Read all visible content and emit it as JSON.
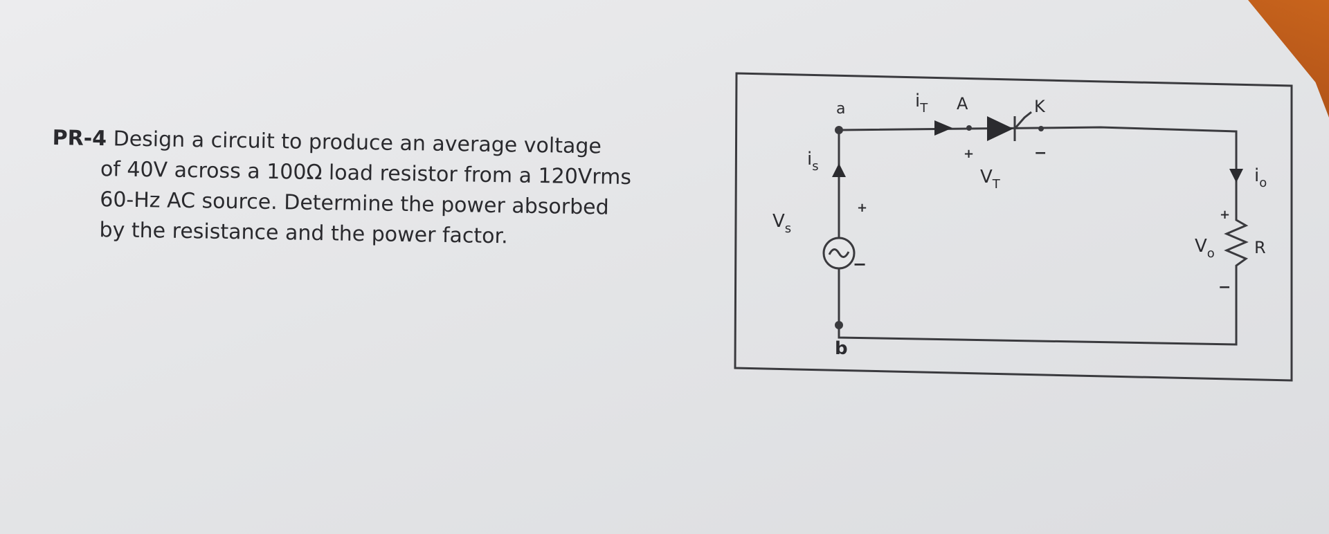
{
  "problem": {
    "label": "PR-4",
    "lines": [
      "Design a circuit to produce an average voltage",
      "of 40V across a 100Ω load resistor from a 120Vrms",
      "60-Hz AC source. Determine the power absorbed",
      "by the resistance and the power factor."
    ]
  },
  "circuit": {
    "node_a": "a",
    "node_b": "b",
    "source_current": "i",
    "source_current_sub": "s",
    "source_voltage": "V",
    "source_voltage_sub": "s",
    "plus": "+",
    "minus": "−",
    "thyristor_current": "i",
    "thyristor_current_sub": "T",
    "anode": "A",
    "cathode": "K",
    "thyristor_voltage": "V",
    "thyristor_voltage_sub": "T",
    "load_current": "i",
    "load_current_sub": "o",
    "load_voltage": "V",
    "load_voltage_sub": "o",
    "resistor": "R"
  }
}
